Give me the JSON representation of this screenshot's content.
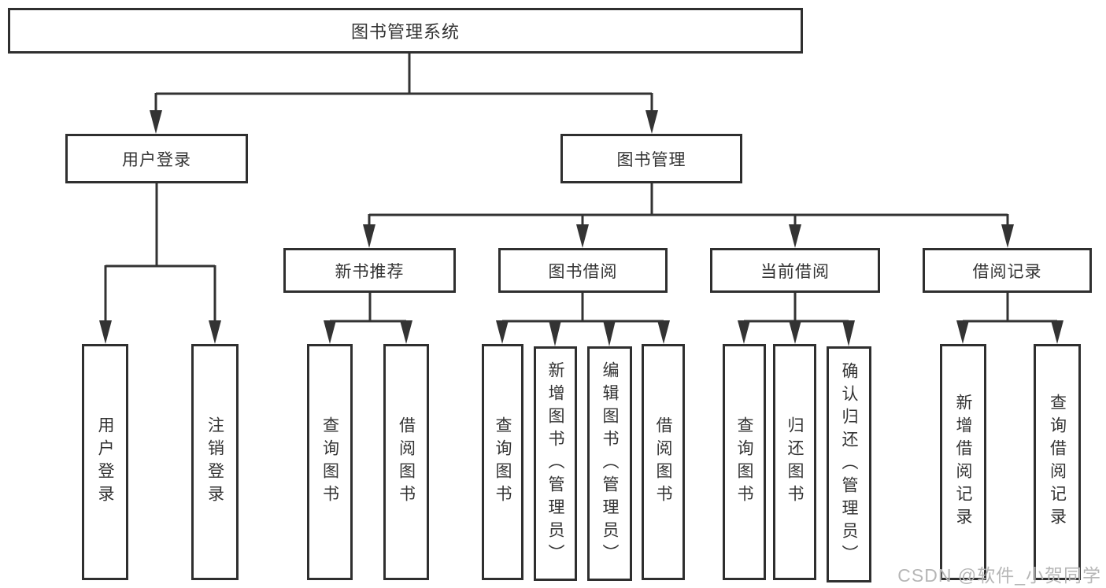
{
  "diagram": {
    "type": "hierarchy",
    "tree": {
      "label": "图书管理系统",
      "children": [
        {
          "label": "用户登录",
          "children": [
            {
              "label": "用户登录"
            },
            {
              "label": "注销登录"
            }
          ]
        },
        {
          "label": "图书管理",
          "children": [
            {
              "label": "新书推荐",
              "children": [
                {
                  "label": "查询图书"
                },
                {
                  "label": "借阅图书"
                }
              ]
            },
            {
              "label": "图书借阅",
              "children": [
                {
                  "label": "查询图书"
                },
                {
                  "label": "新增图书（管理员）"
                },
                {
                  "label": "编辑图书（管理员）"
                },
                {
                  "label": "借阅图书"
                }
              ]
            },
            {
              "label": "当前借阅",
              "children": [
                {
                  "label": "查询图书"
                },
                {
                  "label": "归还图书"
                },
                {
                  "label": "确认归还（管理员）"
                }
              ]
            },
            {
              "label": "借阅记录",
              "children": [
                {
                  "label": "新增借阅记录"
                },
                {
                  "label": "查询借阅记录"
                }
              ]
            }
          ]
        }
      ]
    },
    "colors": {
      "line": "#333333",
      "box_border": "#2f2f2f",
      "text": "#333333",
      "background": "#ffffff",
      "watermark": "#b6b6b6"
    }
  },
  "watermark": {
    "text": "CSDN @软件_小贺同学"
  }
}
